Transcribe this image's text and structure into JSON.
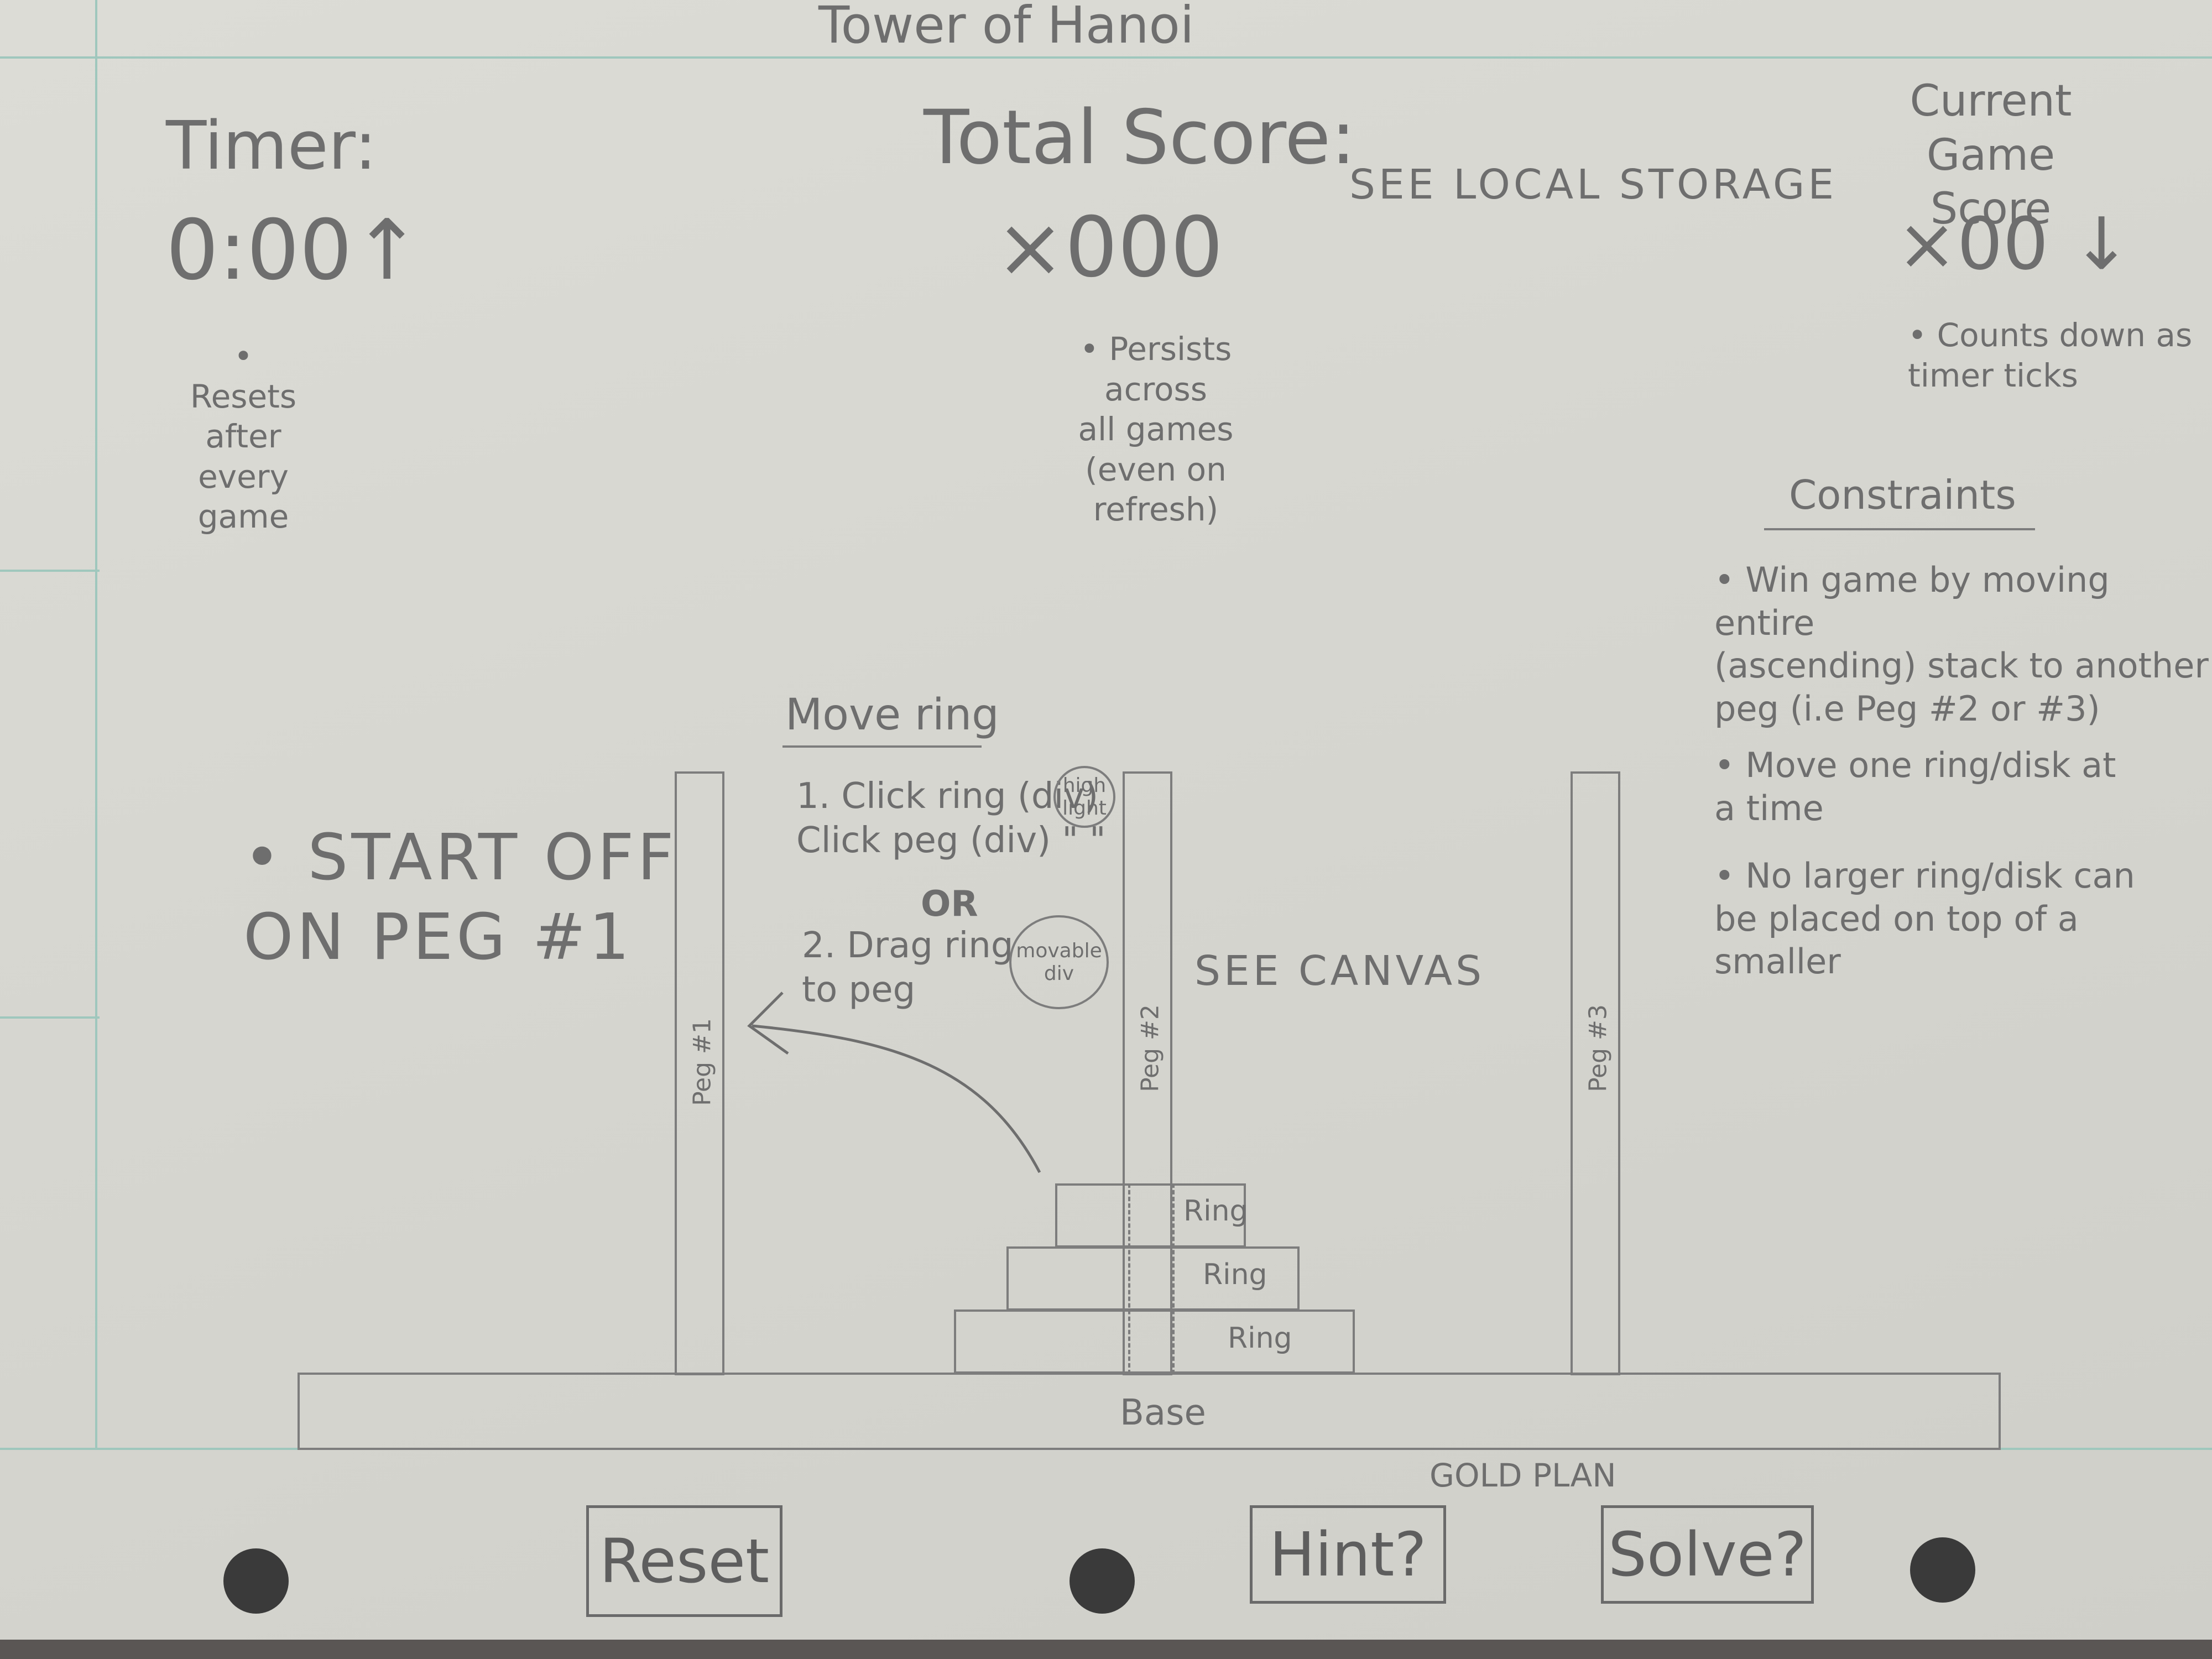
{
  "header": {
    "title": "Tower of Hanoi"
  },
  "timer": {
    "label": "Timer:",
    "value": "0:00↑",
    "note": "• Resets\nafter every\ngame"
  },
  "total_score": {
    "label": "Total Score:",
    "value": "×000",
    "note": "• Persists across\nall games\n(even on refresh)",
    "storage_note": "SEE LOCAL STORAGE"
  },
  "current_score": {
    "label": "Current\nGame Score",
    "value": "×00 ↓",
    "note": "• Counts down as\ntimer ticks"
  },
  "constraints": {
    "heading": "Constraints",
    "items": [
      "• Win game by moving entire\n(ascending) stack to another\npeg (i.e Peg #2 or #3)",
      "• Move one ring/disk at\na time",
      "• No larger ring/disk can\nbe placed on top of a\nsmaller"
    ]
  },
  "start_note": "• START OFF\nON PEG #1",
  "move_ring": {
    "heading": "Move ring",
    "step1": "1. Click ring (div)\nClick peg (div) \" \"",
    "highlight_bubble": "high\nlight",
    "or_label": "OR",
    "step2": "2. Drag ring\nto peg",
    "movable_bubble": "movable\ndiv"
  },
  "canvas_note": "SEE CANVAS",
  "pegs": [
    {
      "label": "Peg #1"
    },
    {
      "label": "Peg #2"
    },
    {
      "label": "Peg #3"
    }
  ],
  "rings": [
    {
      "label": "Ring"
    },
    {
      "label": "Ring"
    },
    {
      "label": "Ring"
    }
  ],
  "base_label": "Base",
  "gold_plan": "GOLD PLAN",
  "buttons": {
    "reset": "Reset",
    "hint": "Hint?",
    "solve": "Solve?"
  }
}
